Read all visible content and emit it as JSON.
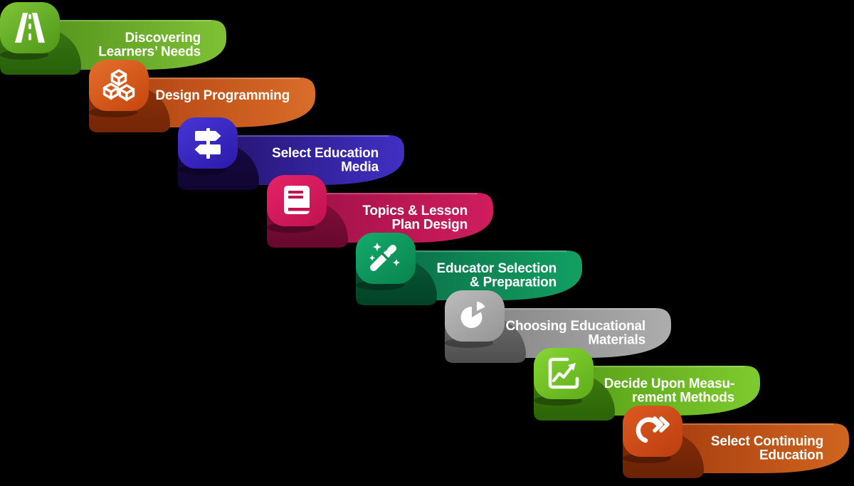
{
  "background_color": "#000000",
  "diagram": {
    "type": "stepped-ribbon-process",
    "steps": [
      {
        "label": "Discovering Learners’ Needs",
        "label_lines": [
          "Discovering",
          "Learners’ Needs"
        ],
        "icon": "road-icon",
        "colors": {
          "tile_light": "#7dc437",
          "tile_dark": "#539c1a",
          "band_start": "#4e8f1b",
          "band_end": "#7fc135",
          "fold_top": "#3a7a12",
          "fold_bottom": "#27600a"
        }
      },
      {
        "label": "Design Programming",
        "label_lines": [
          "Design Programming"
        ],
        "icon": "building-blocks-icon",
        "colors": {
          "tile_light": "#e46f2d",
          "tile_dark": "#c8490f",
          "band_start": "#ae400f",
          "band_end": "#d96d29",
          "fold_top": "#8e320a",
          "fold_bottom": "#742606"
        }
      },
      {
        "label": "Select Education Media",
        "label_lines": [
          "Select Education",
          "Media"
        ],
        "icon": "signpost-icon",
        "colors": {
          "tile_light": "#4736d6",
          "tile_dark": "#2e1cae",
          "band_start": "#231166",
          "band_end": "#4030c4",
          "fold_top": "#190947",
          "fold_bottom": "#100531"
        }
      },
      {
        "label": "Topics & Lesson Plan Design",
        "label_lines": [
          "Topics & Lesson",
          "Plan Design"
        ],
        "icon": "book-icon",
        "colors": {
          "tile_light": "#e62368",
          "tile_dark": "#c31351",
          "band_start": "#9c1044",
          "band_end": "#d01d5e",
          "fold_top": "#850e3c",
          "fold_bottom": "#66082c"
        }
      },
      {
        "label": "Educator Selection & Preparation",
        "label_lines": [
          "Educator Selection",
          "& Preparation"
        ],
        "icon": "magic-wand-icon",
        "colors": {
          "tile_light": "#14ab6c",
          "tile_dark": "#0a8750",
          "band_start": "#0a6a45",
          "band_end": "#12a062",
          "fold_top": "#065c38",
          "fold_bottom": "#034226"
        }
      },
      {
        "label": "Choosing Educational Materials",
        "label_lines": [
          "Choosing Educational",
          "Materials"
        ],
        "icon": "pie-chart-icon",
        "colors": {
          "tile_light": "#bcbcbc",
          "tile_dark": "#989898",
          "band_start": "#828282",
          "band_end": "#adadad",
          "fold_top": "#6e6e6e",
          "fold_bottom": "#4f4f4f"
        }
      },
      {
        "label": "Decide Upon Measurement Methods",
        "label_lines": [
          "Decide Upon Measu-",
          "rement Methods"
        ],
        "icon": "line-chart-icon",
        "colors": {
          "tile_light": "#86d634",
          "tile_dark": "#61b01c",
          "band_start": "#549c16",
          "band_end": "#7ecb2e",
          "fold_top": "#3f7e0f",
          "fold_bottom": "#2b6408"
        }
      },
      {
        "label": "Select Continuing Education",
        "label_lines": [
          "Select Continuing",
          "Education"
        ],
        "icon": "forward-arrows-icon",
        "colors": {
          "tile_light": "#dc5a22",
          "tile_dark": "#bf4110",
          "band_start": "#a2390d",
          "band_end": "#d0651f",
          "fold_top": "#872d08",
          "fold_bottom": "#6b2205"
        }
      }
    ]
  }
}
